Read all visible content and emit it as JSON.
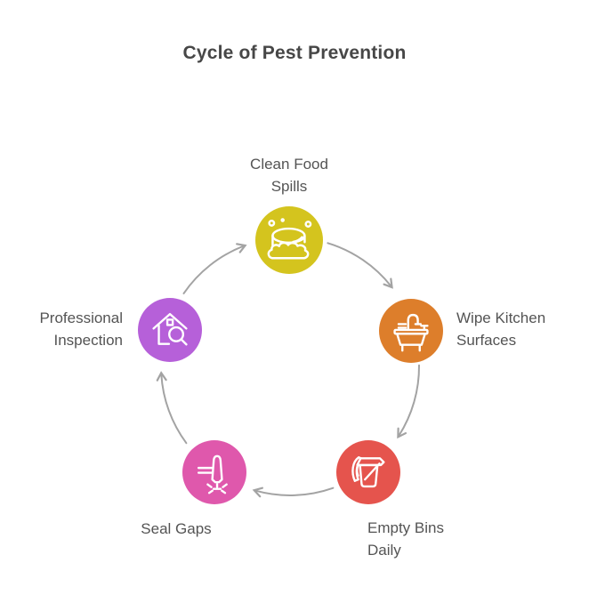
{
  "title": "Cycle of Pest Prevention",
  "title_color": "#474747",
  "label_color": "#545454",
  "background": "#ffffff",
  "diagram": {
    "type": "cycle",
    "direction": "clockwise",
    "arrow_color": "#a3a3a3",
    "steps": [
      {
        "label": "Clean Food Spills",
        "icon": "sponge-clean-icon",
        "color": "#d4c41e",
        "position": "top",
        "label_position": "above"
      },
      {
        "label": "Wipe Kitchen Surfaces",
        "icon": "kitchen-sink-icon",
        "color": "#dd7e2b",
        "position": "right",
        "label_position": "right"
      },
      {
        "label": "Empty Bins Daily",
        "icon": "waste-bin-icon",
        "color": "#e5544d",
        "position": "bottom-right",
        "label_position": "below"
      },
      {
        "label": "Seal Gaps",
        "icon": "sealant-gun-icon",
        "color": "#df58ac",
        "position": "bottom-left",
        "label_position": "below"
      },
      {
        "label": "Professional Inspection",
        "icon": "house-inspection-icon",
        "color": "#b660d9",
        "position": "left",
        "label_position": "left"
      }
    ]
  }
}
